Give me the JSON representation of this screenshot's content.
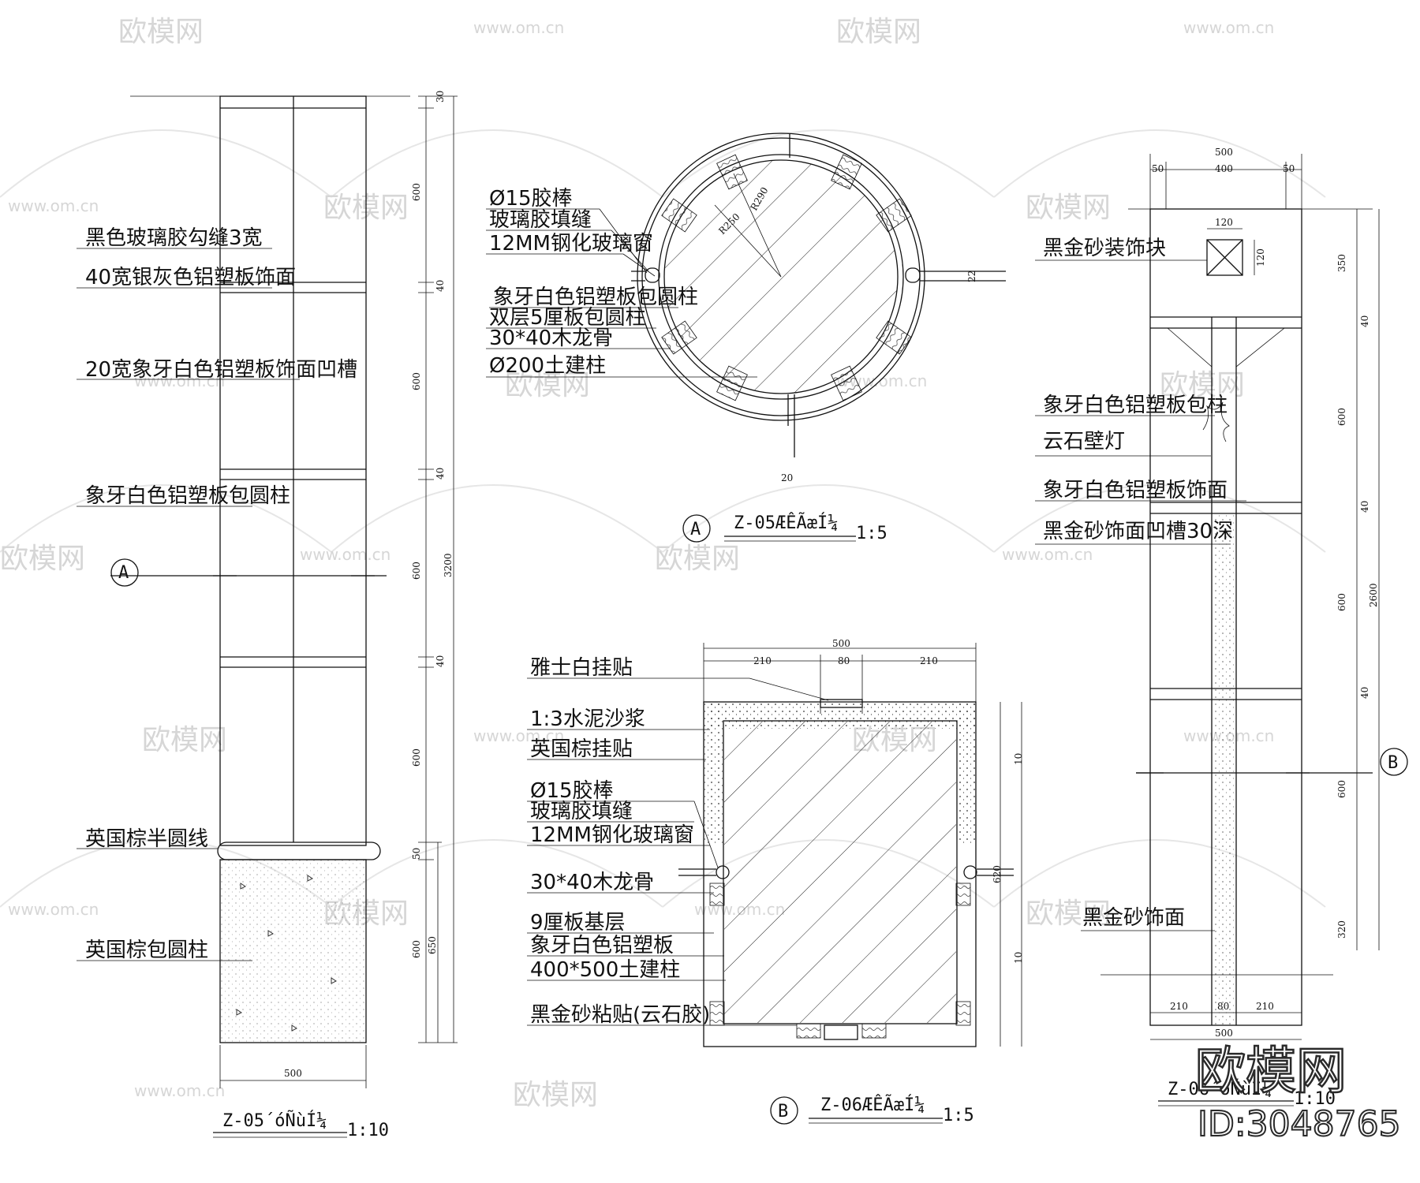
{
  "watermark": {
    "brand": "欧模网",
    "url": "www.om.cn",
    "id": "ID:3048765"
  },
  "left_view": {
    "labels": [
      "黑色玻璃胶勾缝3宽",
      "40宽银灰色铝塑板饰面",
      "20宽象牙白色铝塑板饰面凹槽",
      "象牙白色铝塑板包圆柱",
      "英国棕半圆线",
      "英国棕包圆柱"
    ],
    "dims_right": [
      "30",
      "600",
      "40",
      "600",
      "40",
      "600",
      "40",
      "600",
      "50",
      "600"
    ],
    "dim_total": "3200",
    "dim_lower": "650",
    "dim_bottom": "500",
    "section_mark": "A",
    "title": "Z-05´óÑùÍ¼",
    "scale": "1:10"
  },
  "plan_a": {
    "labels": [
      "Ø15胶棒",
      "玻璃胶填缝",
      "12MM钢化玻璃窗",
      "象牙白色铝塑板包圆柱",
      "双层5厘板包圆柱",
      "30*40木龙骨",
      "Ø200土建柱"
    ],
    "dims": [
      "R290",
      "R250",
      "22",
      "20"
    ],
    "mark": "A",
    "title": "Z-05ÆÊÃæÍ¼",
    "scale": "1:5"
  },
  "plan_b": {
    "labels": [
      "雅士白挂贴",
      "1:3水泥沙浆",
      "英国棕挂贴",
      "Ø15胶棒",
      "玻璃胶填缝",
      "12MM钢化玻璃窗",
      "30*40木龙骨",
      "9厘板基层",
      "象牙白色铝塑板",
      "400*500土建柱",
      "黑金砂粘贴(云石胶)"
    ],
    "dims_top": [
      "500",
      "210",
      "80",
      "210"
    ],
    "dims_right": [
      "10",
      "620",
      "10"
    ],
    "mark": "B",
    "title": "Z-06ÆÊÃæÍ¼",
    "scale": "1:5"
  },
  "right_view": {
    "labels": [
      "黑金砂装饰块",
      "象牙白色铝塑板包柱",
      "云石壁灯",
      "象牙白色铝塑板饰面",
      "黑金砂饰面凹槽30深",
      "黑金砂饰面"
    ],
    "dims_top": [
      "500",
      "50",
      "400",
      "50"
    ],
    "block_dims": [
      "120",
      "120"
    ],
    "dims_right": [
      "350",
      "40",
      "600",
      "40",
      "600",
      "40",
      "600",
      "320"
    ],
    "dim_total": "2600",
    "dims_bottom": [
      "210",
      "80",
      "210",
      "500"
    ],
    "section_mark": "B",
    "title": "Z-06´óÑùÍ¼",
    "scale": "1:10"
  }
}
